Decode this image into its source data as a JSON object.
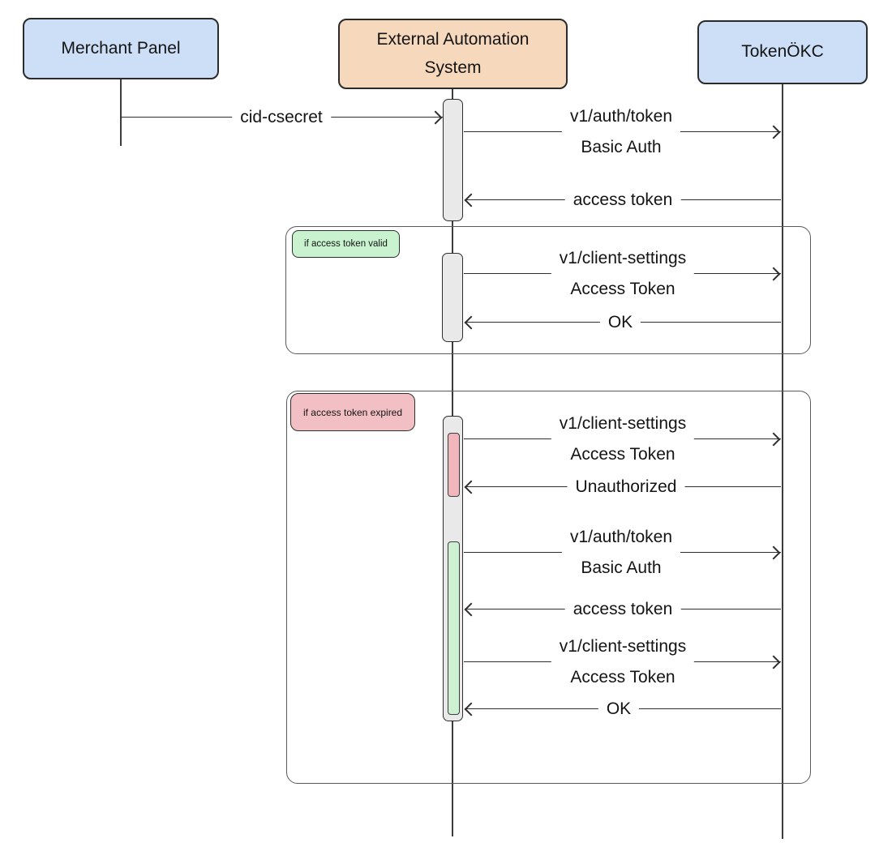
{
  "diagram_type": "sequence-diagram",
  "actors": [
    {
      "id": "merchant-panel",
      "lines": [
        "Merchant Panel"
      ],
      "fill": "#cddef7"
    },
    {
      "id": "external-automation-system",
      "lines": [
        "External Automation",
        "System"
      ],
      "fill": "#f6d8bc"
    },
    {
      "id": "tokenokc",
      "lines": [
        "TokenÖKC"
      ],
      "fill": "#cddef7"
    }
  ],
  "frames": [
    {
      "condition": "if access token valid",
      "fill": "#c9f2cf"
    },
    {
      "condition": "if access token expired",
      "fill": "#f2c0c4"
    }
  ],
  "activation_colors": {
    "default_fill": "#e9e9e9",
    "error_fill": "#f0b6bb",
    "success_fill": "#cdf0d2"
  },
  "stroke_color": "#2e2e2e",
  "messages": [
    {
      "line1": "cid-csecret",
      "direction": "right"
    },
    {
      "line1": "v1/auth/token",
      "line2": "Basic Auth",
      "direction": "right"
    },
    {
      "line1": "access token",
      "direction": "left"
    },
    {
      "line1": "v1/client-settings",
      "line2": "Access Token",
      "direction": "right"
    },
    {
      "line1": "OK",
      "direction": "left"
    },
    {
      "line1": "v1/client-settings",
      "line2": "Access Token",
      "direction": "right"
    },
    {
      "line1": "Unauthorized",
      "direction": "left"
    },
    {
      "line1": "v1/auth/token",
      "line2": "Basic Auth",
      "direction": "right"
    },
    {
      "line1": "access token",
      "direction": "left"
    },
    {
      "line1": "v1/client-settings",
      "line2": "Access Token",
      "direction": "right"
    },
    {
      "line1": "OK",
      "direction": "left"
    }
  ]
}
